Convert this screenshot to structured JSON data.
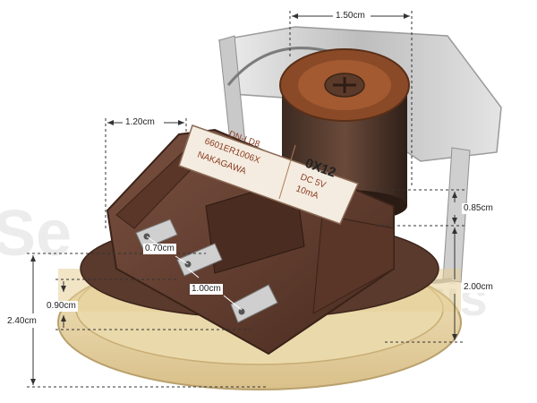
{
  "photo": {
    "subject": "washing machine water level pressure switch",
    "label_lines": [
      "DN-LD8",
      "6601ER1006X",
      "NAKAGAWA",
      "0X12",
      "DC 5V",
      "10mA"
    ]
  },
  "dimensions": {
    "d1": "1.50cm",
    "d2": "1.20cm",
    "d3": "0.85cm",
    "d4": "0.70cm",
    "d5": "2.00cm",
    "d6": "1.00cm",
    "d7": "0.90cm",
    "d8": "2.40cm"
  },
  "colors": {
    "housing": "#6b4433",
    "housing_dark": "#4a2c20",
    "base_ring": "#e9d7a8",
    "bracket": "#d8d8d8",
    "label_bg": "#f4ece0"
  }
}
